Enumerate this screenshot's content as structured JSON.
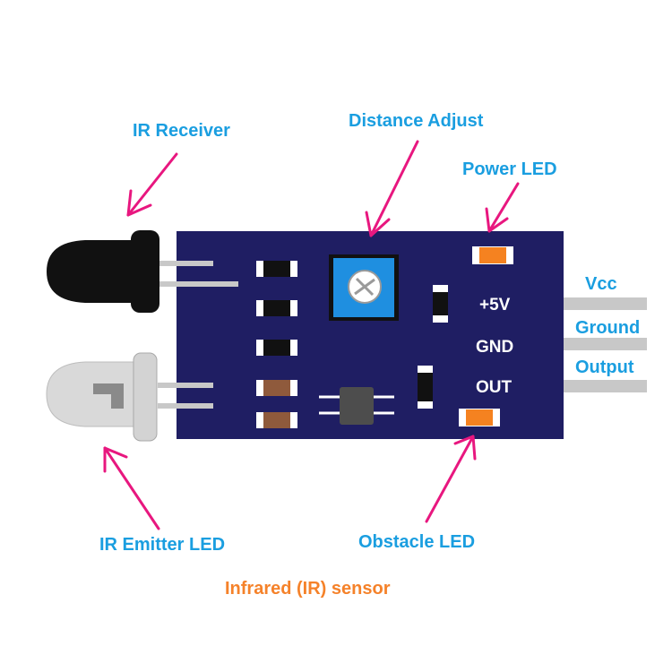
{
  "labels": {
    "ir_receiver": "IR Receiver",
    "distance_adjust": "Distance Adjust",
    "power_led": "Power LED",
    "ir_emitter_led": "IR Emitter LED",
    "obstacle_led": "Obstacle LED",
    "caption": "Infrared (IR) sensor"
  },
  "pins": {
    "vcc_pin": "+5V",
    "gnd_pin": "GND",
    "out_pin": "OUT",
    "vcc_name": "Vcc",
    "gnd_name": "Ground",
    "out_name": "Output"
  },
  "colors": {
    "label_text": "#1a9ee0",
    "caption_text": "#f5822a",
    "arrow": "#e8177f",
    "board": "#1f1e63",
    "pot_body": "#1f8fe0",
    "led_orange": "#f58220"
  }
}
